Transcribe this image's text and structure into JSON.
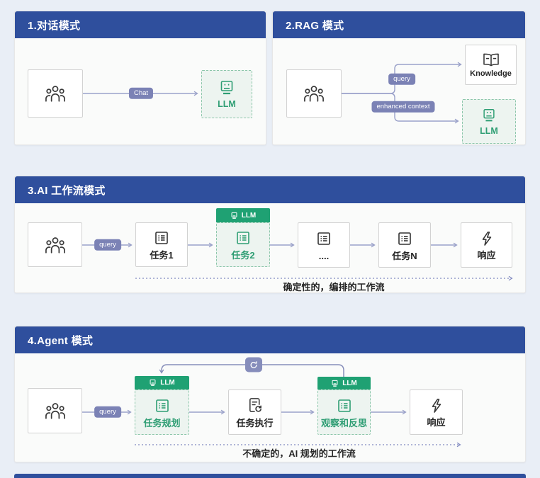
{
  "colors": {
    "page_bg": "#e9eef6",
    "header_bg": "#2f4f9d",
    "panel_bg": "#fafbfa",
    "accent_green": "#1fa173",
    "green_text": "#2f9e74",
    "green_box_bg": "#edf4f0",
    "badge_bg": "#7b82b5",
    "arrow": "#9aa1c9",
    "dark_text": "#242424"
  },
  "panels": {
    "dialog": {
      "title": "1.对话模式",
      "chat_badge": "Chat",
      "llm_label": "LLM"
    },
    "rag": {
      "title": "2.RAG 模式",
      "query_badge": "query",
      "enhanced_badge": "enhanced context",
      "knowledge_label": "Knowledge",
      "llm_label": "LLM"
    },
    "workflow": {
      "title": "3.AI 工作流模式",
      "query_badge": "query",
      "task1_label": "任务1",
      "task2_tag": "LLM",
      "task2_label": "任务2",
      "dots_label": "....",
      "taskn_label": "任务N",
      "response_label": "响应",
      "caption": "确定性的，编排的工作流"
    },
    "agent": {
      "title": "4.Agent 模式",
      "query_badge": "query",
      "planning_tag": "LLM",
      "planning_label": "任务规划",
      "execution_label": "任务执行",
      "reflection_tag": "LLM",
      "reflection_label": "观察和反思",
      "response_label": "响应",
      "caption": "不确定的，AI 规划的工作流"
    }
  }
}
